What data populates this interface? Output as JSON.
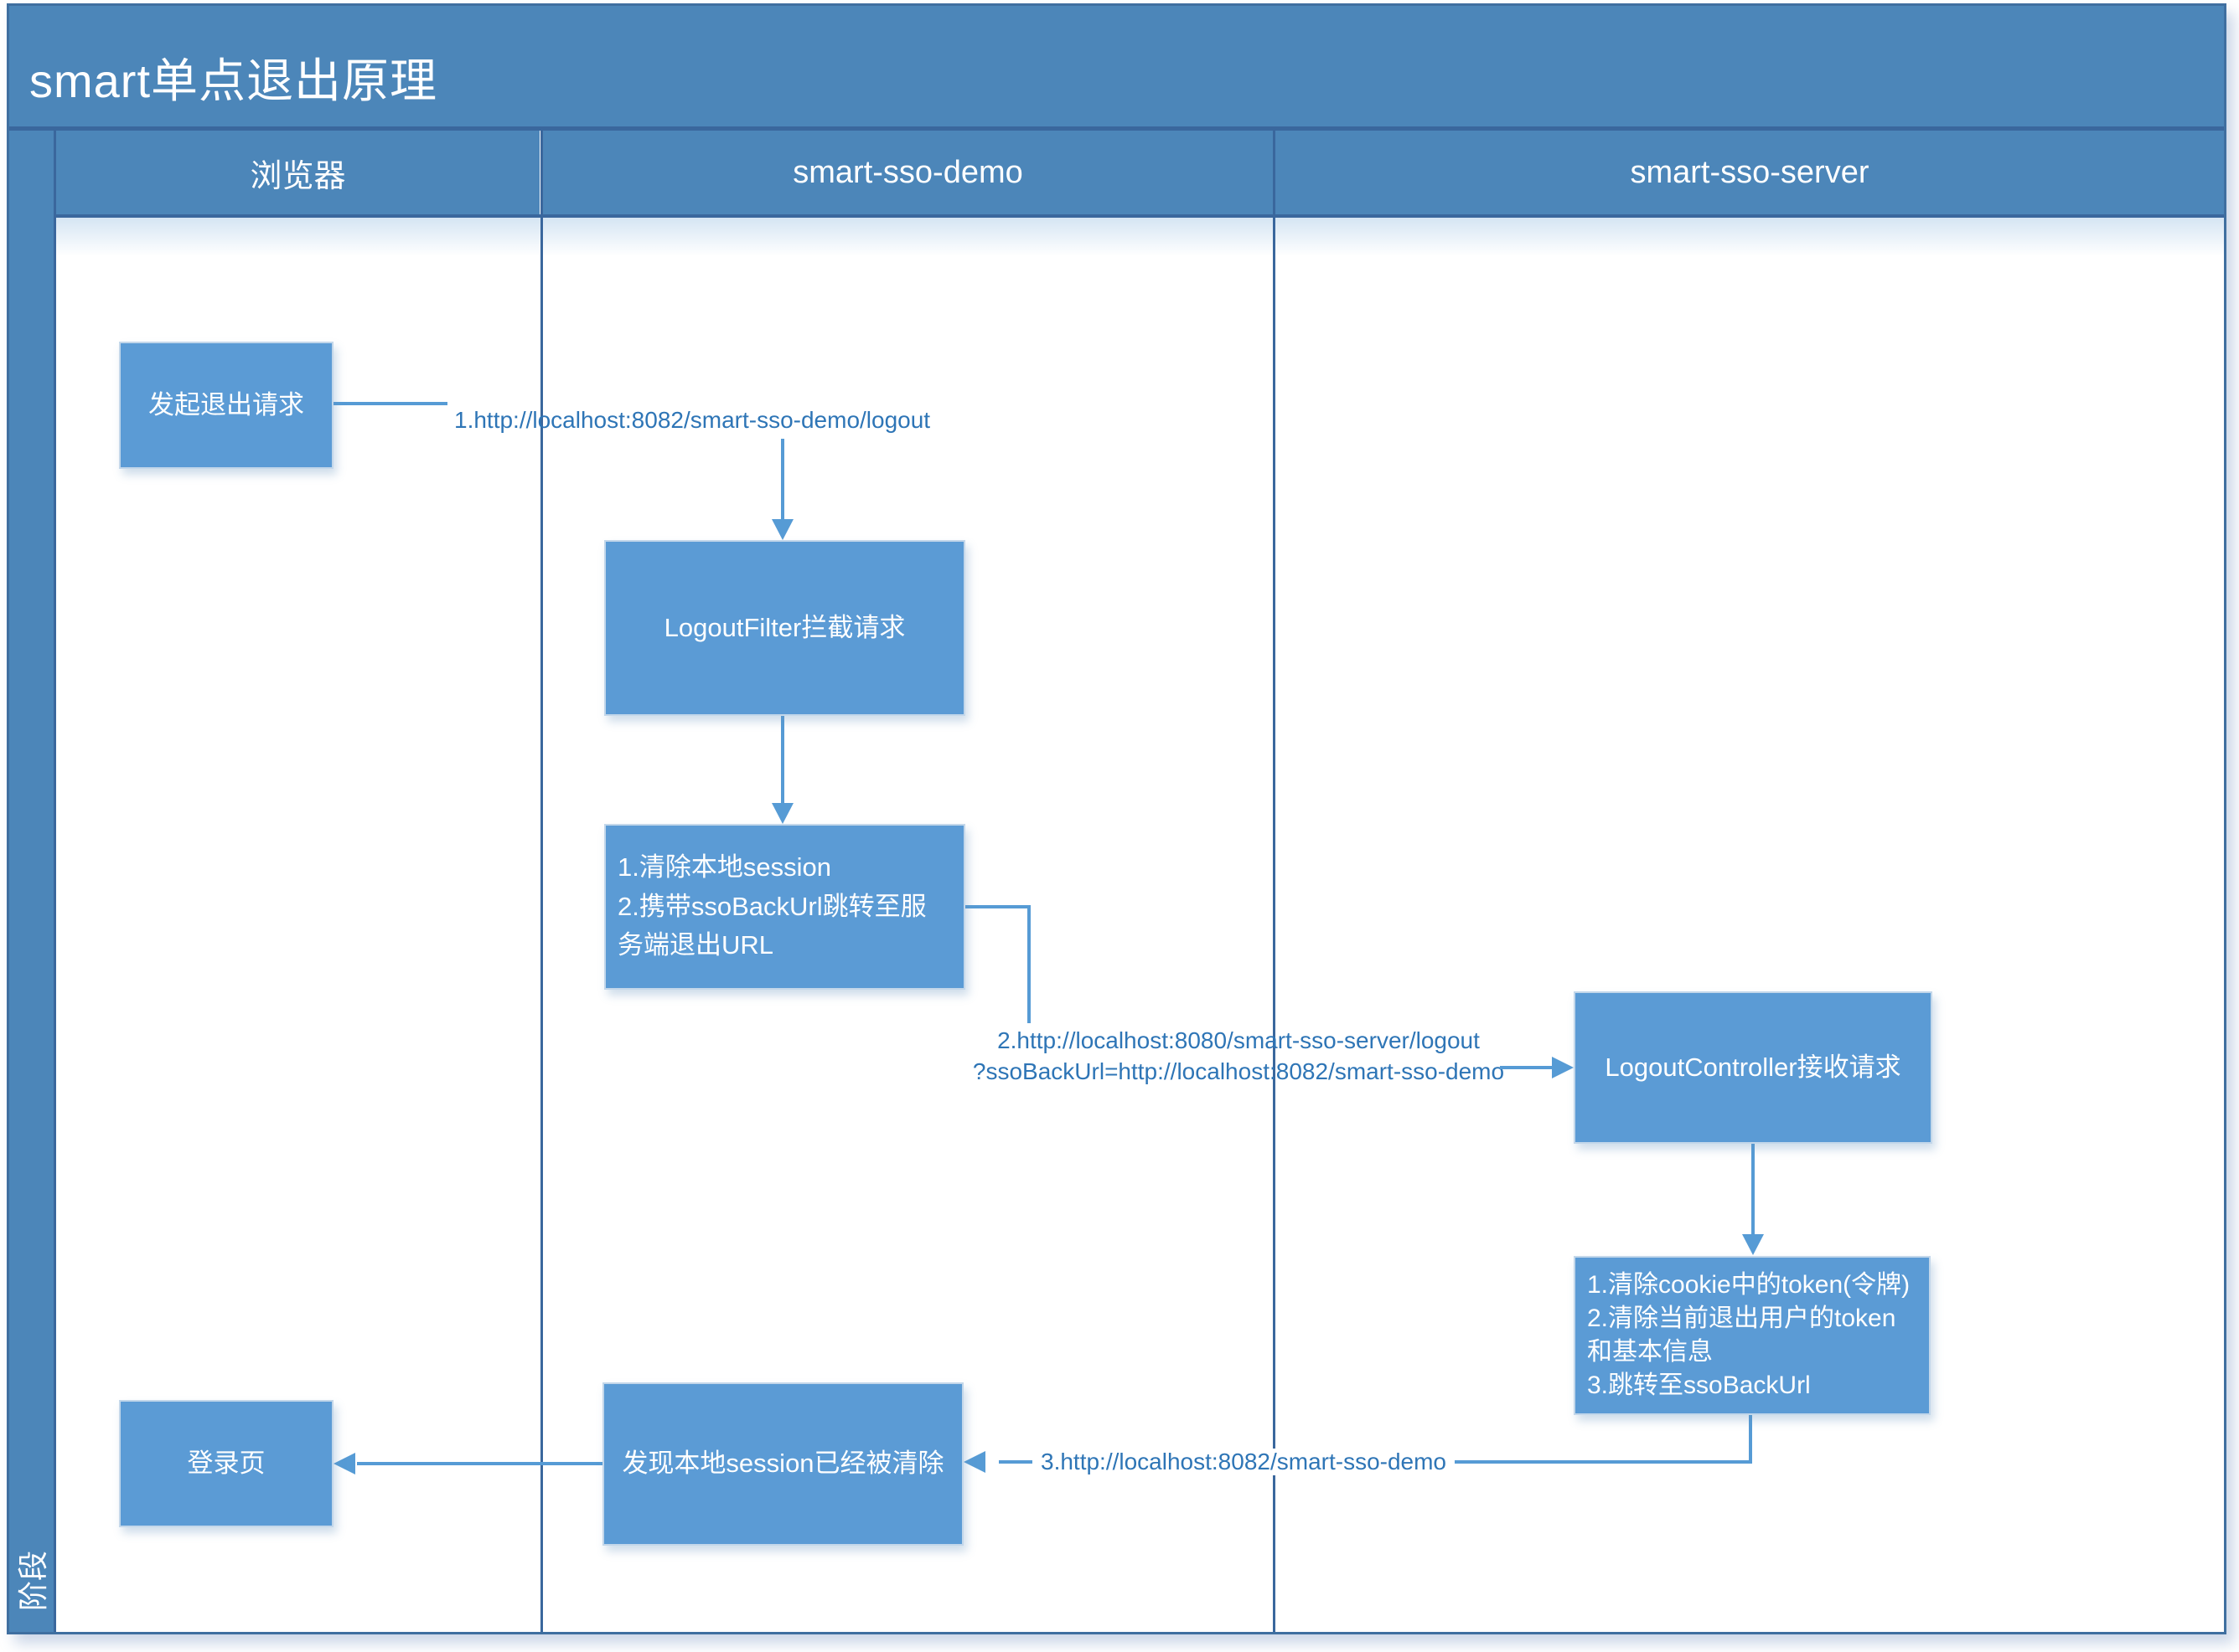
{
  "title": "smart单点退出原理",
  "sidebar": {
    "phase_label": "阶段"
  },
  "lanes": [
    {
      "label": "浏览器"
    },
    {
      "label": "smart-sso-demo"
    },
    {
      "label": "smart-sso-server"
    }
  ],
  "nodes": {
    "browser_request": "发起退出请求",
    "logout_filter": "LogoutFilter拦截请求",
    "demo_clear": "1.清除本地session\n2.携带ssoBackUrl跳转至服务端退出URL",
    "logout_controller": "LogoutController接收请求",
    "server_clear": "1.清除cookie中的token(令牌)\n2.清除当前退出用户的token和基本信息\n3.跳转至ssoBackUrl",
    "login_page": "登录页",
    "demo_detect": "发现本地session已经被清除"
  },
  "edges": {
    "e1_label": "1.http://localhost:8082/smart-sso-demo/logout",
    "e2_label": "2.http://localhost:8080/smart-sso-server/logout\n?ssoBackUrl=http://localhost:8082/smart-sso-demo",
    "e3_label": "3.http://localhost:8082/smart-sso-demo"
  },
  "colors": {
    "header_fill": "#4c86b9",
    "node_fill": "#5b9bd5",
    "separator_line": "#3a679d",
    "connector_line": "#569bd5",
    "edge_label_text": "#2e75b6",
    "frame_border": "#3f6fa0",
    "text_on_blue": "#ffffff"
  }
}
